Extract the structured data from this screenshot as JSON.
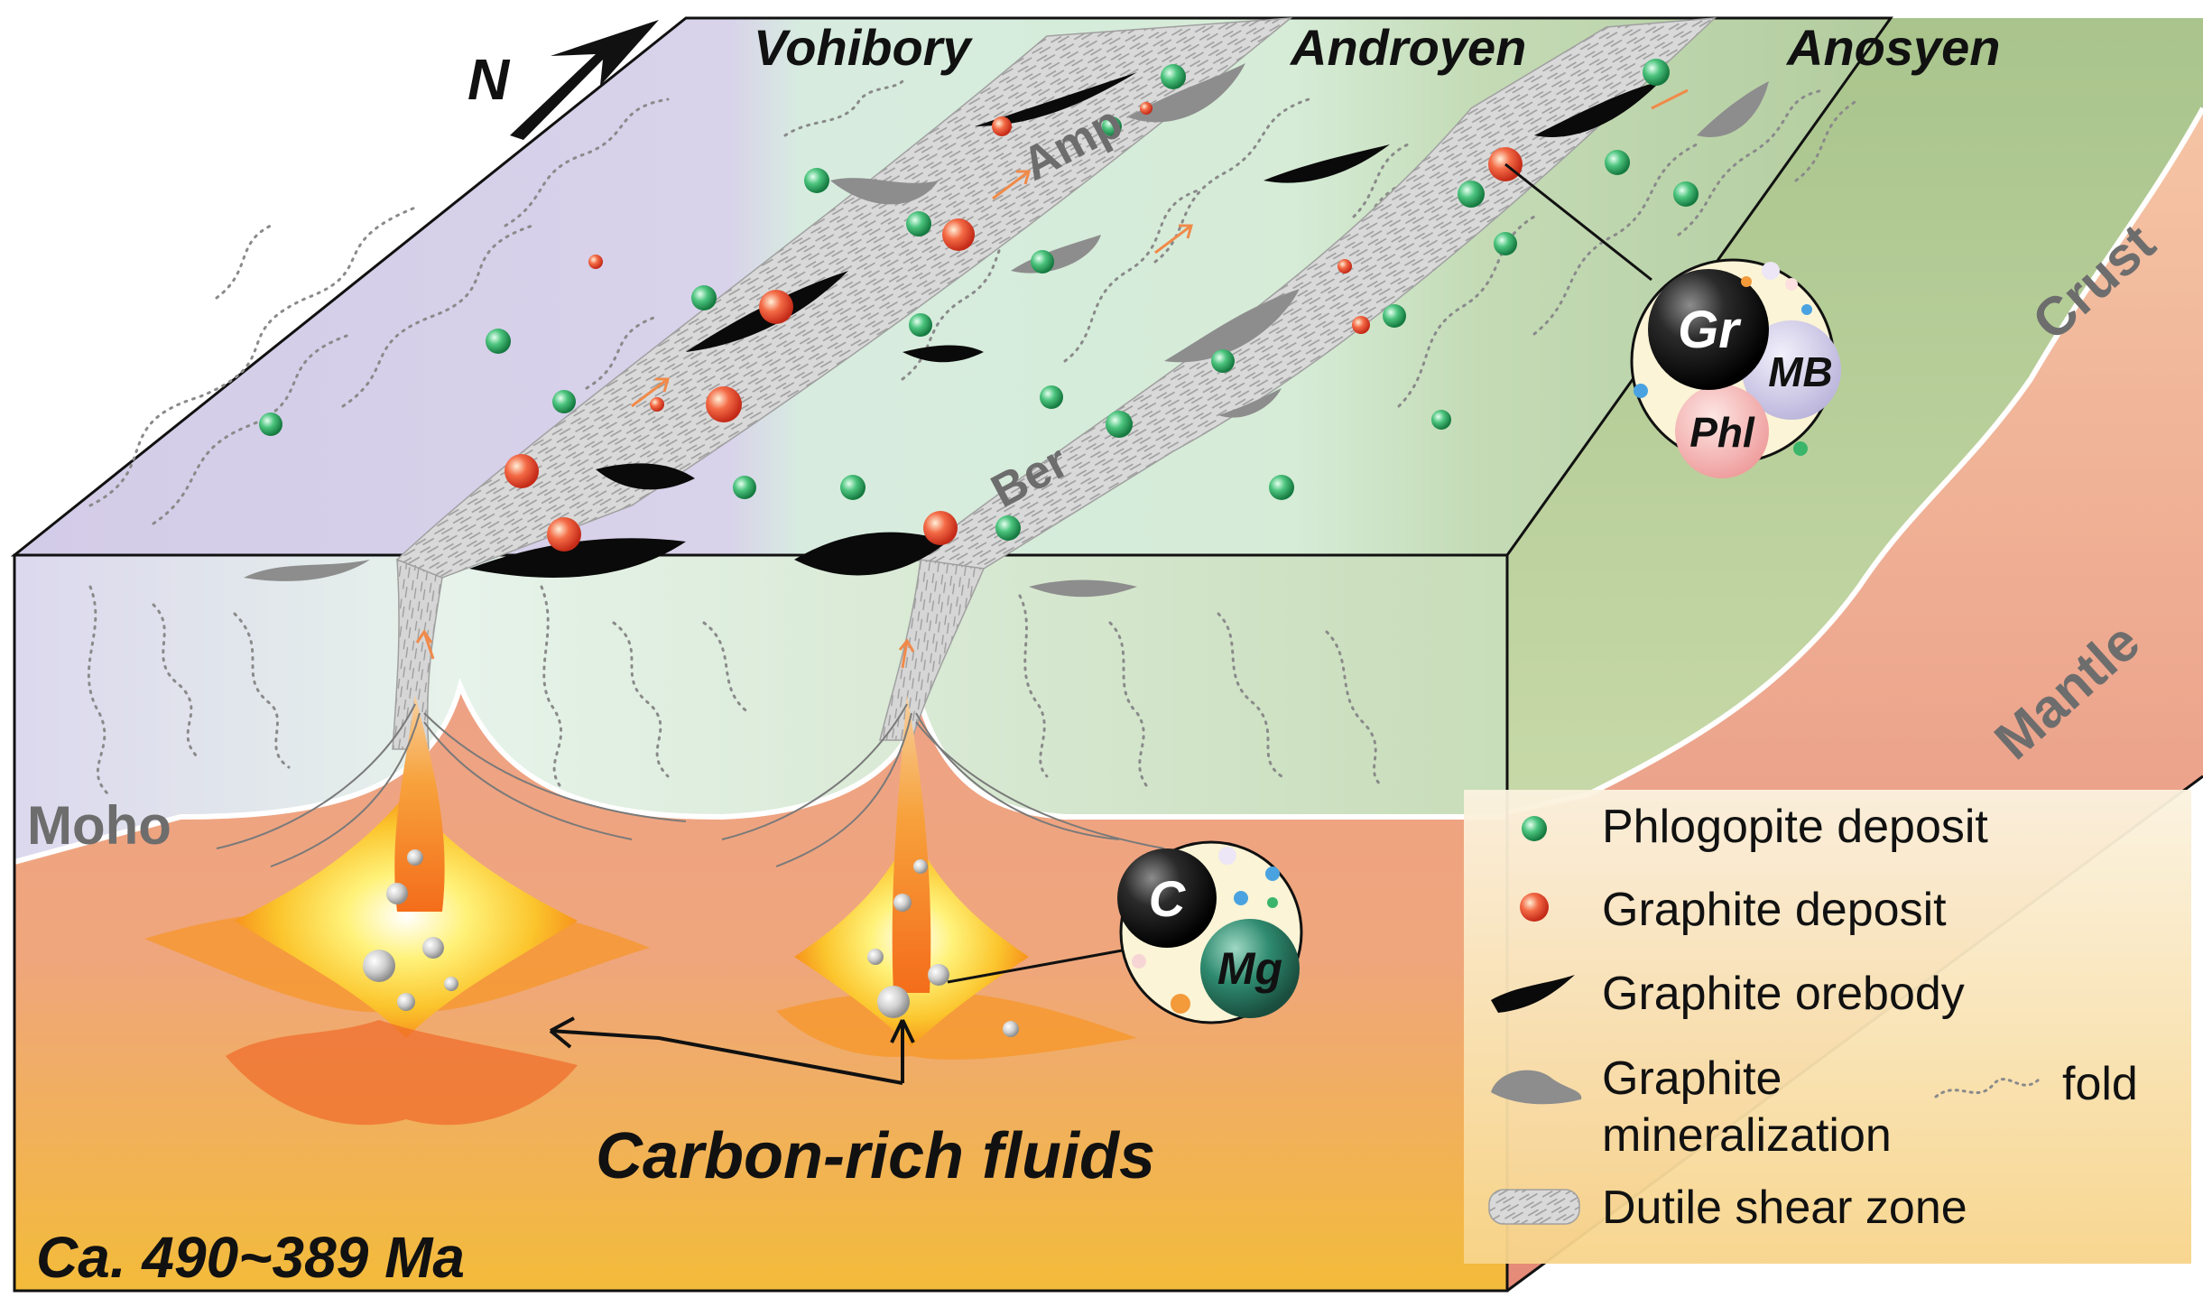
{
  "north_arrow": {
    "label": "N"
  },
  "terranes": [
    "Vohibory",
    "Androyen",
    "Anosyen"
  ],
  "zone_labels": {
    "amp": "Amp",
    "ber": "Ber"
  },
  "layers": {
    "crust": "Crust",
    "mantle": "Mantle",
    "moho": "Moho"
  },
  "inset_top": {
    "gr": "Gr",
    "mb": "MB",
    "phl": "Phl"
  },
  "inset_bottom": {
    "c": "C",
    "mg": "Mg"
  },
  "fluids_label": "Carbon-rich fluids",
  "age_label": "Ca. 490~389 Ma",
  "legend": {
    "phlogopite": "Phlogopite deposit",
    "graphite_deposit": "Graphite deposit",
    "orebody": "Graphite orebody",
    "mineralization_line1": "Graphite",
    "mineralization_line2": "mineralization",
    "fold": "fold",
    "shear": "Dutile shear zone"
  },
  "colors": {
    "vohibory": "#d6d0ea",
    "androyen": "#d7ecdf",
    "anosyen": "#b9d2a7",
    "mantle": "#f0a488",
    "phlogopite": "#3ab56a",
    "graphite_deposit": "#f0553a",
    "orebody": "#111111",
    "mineralization": "#8a8a8a",
    "shear": "#d4d4d4",
    "fluid": "#f7941d"
  }
}
